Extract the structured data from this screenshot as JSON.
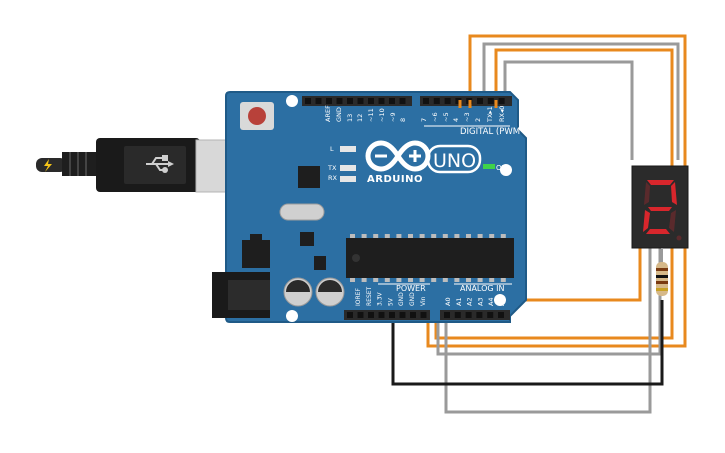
{
  "board": {
    "brand": "ARDUINO",
    "model": "UNO",
    "on_label": "ON",
    "tx_label": "TX",
    "rx_label": "RX",
    "l_label": "L",
    "digital_label": "DIGITAL (PWM~)",
    "power_label": "POWER",
    "analog_label": "ANALOG IN",
    "digital_pins": [
      "AREF",
      "GND",
      "13",
      "12",
      "~11",
      "~10",
      "~9",
      "8",
      "7",
      "~6",
      "~5",
      "4",
      "~3",
      "2",
      "TX▸1",
      "RX◂0"
    ],
    "power_pins": [
      "IOREF",
      "RESET",
      "3.3V",
      "5V",
      "GND",
      "GND",
      "Vin"
    ],
    "analog_pins": [
      "A0",
      "A1",
      "A2",
      "A3",
      "A4",
      "A5"
    ]
  },
  "display": {
    "digit": "2"
  },
  "colors": {
    "board": "#2C6FA3",
    "board_edge": "#1F5A87",
    "header": "#2a2a2a",
    "wire_orange": "#E8891E",
    "wire_gray": "#9a9a9a",
    "wire_black": "#1a1a1a",
    "segment_on": "#d8262c",
    "segment_off": "#5a2a2c",
    "display_body": "#2b2b2b"
  },
  "icons": {
    "usb": "usb-icon",
    "lightning": "lightning-icon",
    "infinity_logo": "arduino-logo-icon"
  }
}
